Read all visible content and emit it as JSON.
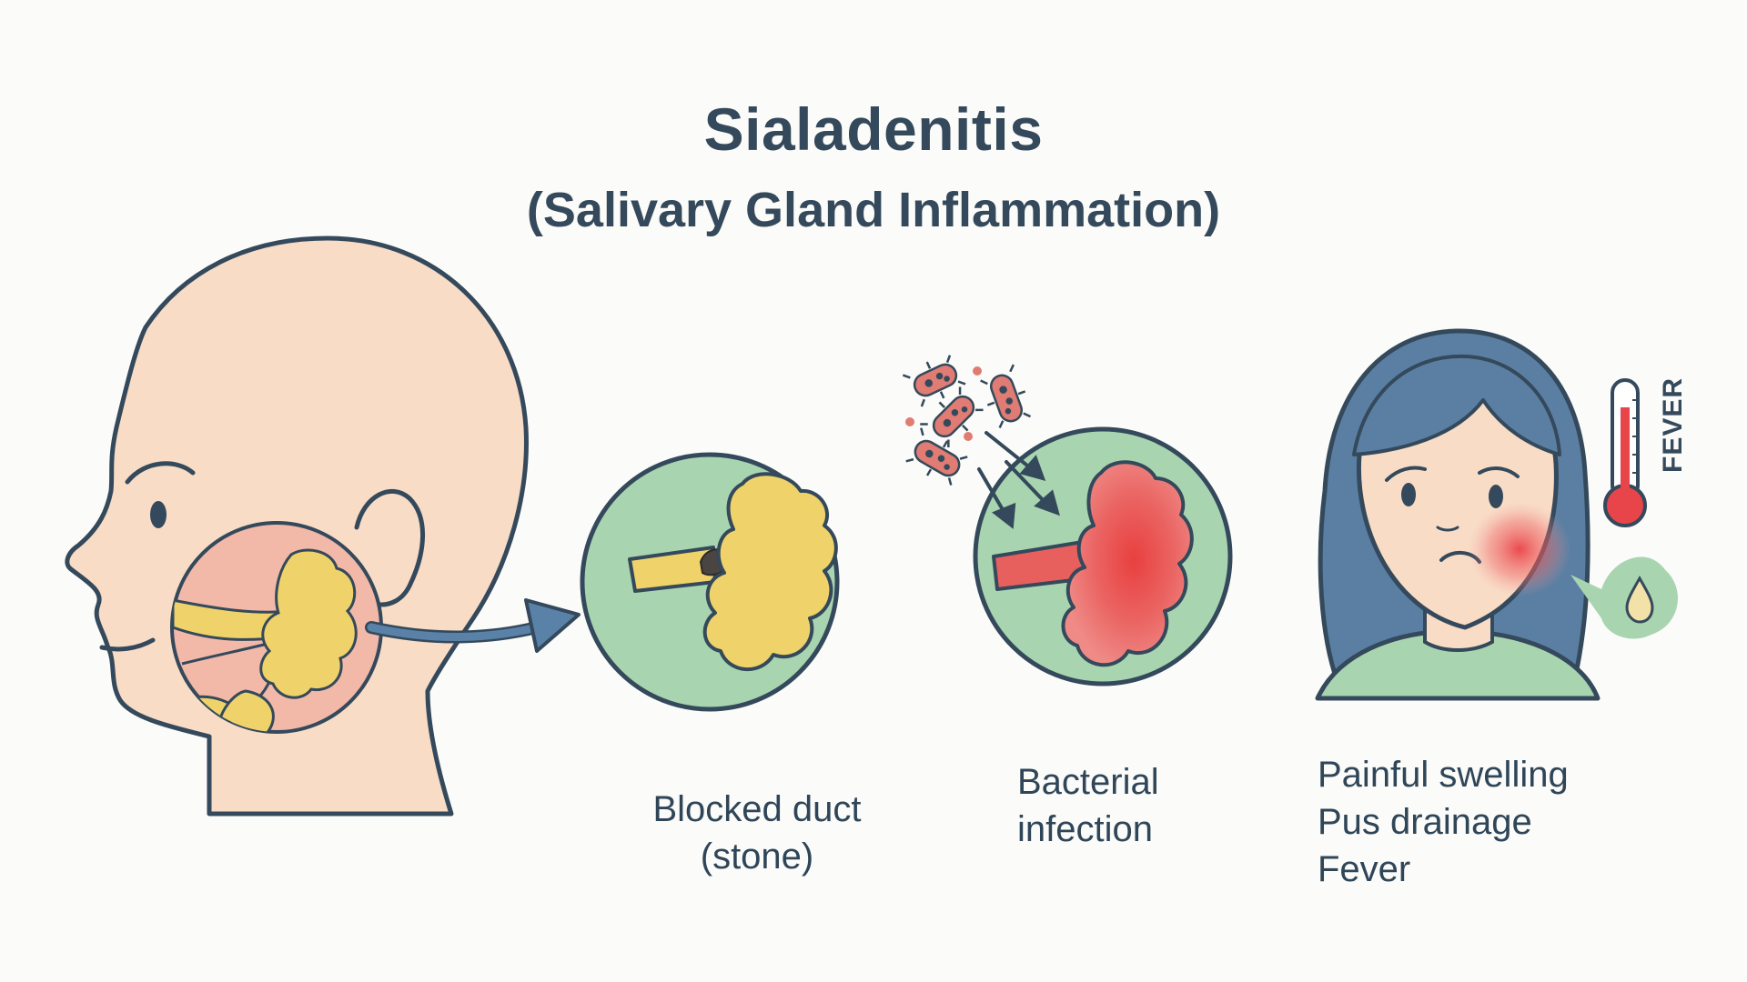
{
  "title": "Sialadenitis",
  "subtitle": "(Salivary Gland Inflammation)",
  "stages": [
    {
      "label_lines": [
        "Blocked duct",
        "(stone)"
      ]
    },
    {
      "label_lines": [
        "Bacterial",
        "infection"
      ]
    },
    {
      "label_lines": [
        "Painful swelling",
        "Pus drainage",
        "Fever"
      ]
    }
  ],
  "thermometer_label": "FEVER",
  "colors": {
    "outline": "#34495b",
    "skin": "#f8dcc6",
    "gland_yellow": "#efd36a",
    "circle_green": "#a9d4b0",
    "inflamed_red": "#e8605e",
    "hair_blue": "#5b7fa2",
    "arrow_blue": "#5a82a8",
    "bacteria": "#e07c73"
  }
}
